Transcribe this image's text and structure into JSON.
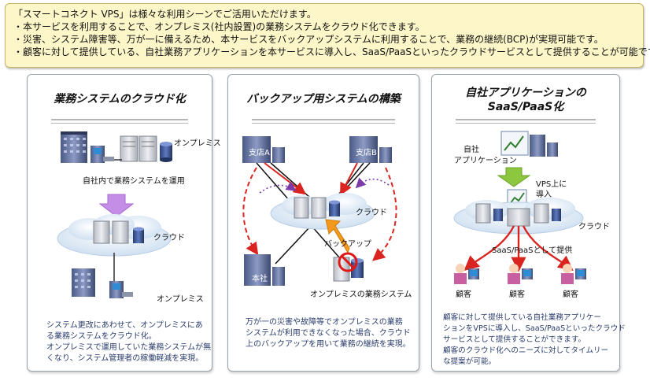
{
  "intro": {
    "lines": [
      "「スマートコネクト VPS」は様々な利用シーンでご活用いただけます。",
      "・本サービスを利用することで、オンプレミス(社内設置)の業務システムをクラウド化できます。",
      "・災害、システム障害等、万が一に備えるため、本サービスをバックアップシステムに利用することで、業務の継続(BCP)が実現可能です。",
      "・顧客に対して提供している、自社業務アプリケーションを本サービスに導入し、SaaS/PaaSといったクラウドサービスとして提供することが可能です。"
    ]
  },
  "panels": [
    {
      "title": "業務システムのクラウド化",
      "labels": {
        "onpremise_top": "オンプレミス",
        "operation": "自社内で業務システムを運用",
        "cloud": "クラウド",
        "onpremise_bottom": "オンプレミス"
      },
      "caption": [
        "システム更改にあわせて、オンプレミスにあ",
        "る業務システムをクラウド化。",
        "オンプレミスで運用していた業務システムが無",
        "くなり、システム管理者の稼働軽減を実現。"
      ]
    },
    {
      "title": "バックアップ用システムの構築",
      "labels": {
        "branch_a": "支店A",
        "branch_b": "支店B",
        "cloud": "クラウド",
        "backup": "バックアップ",
        "headquarters": "本社",
        "onpremise_system": "オンプレミスの業務システム"
      },
      "caption": [
        "万が一の災害や故障等でオンプレミスの業務",
        "システムが利用できなくなった場合、クラウド",
        "上のバックアップを用いて業務の継続を実現。"
      ]
    },
    {
      "title_lines": [
        "自社アプリケーションの",
        "SaaS/PaaS化"
      ],
      "labels": {
        "app_line1": "自社",
        "app_line2": "アプリケーション",
        "vps_line1": "VPS上に",
        "vps_line2": "導入",
        "cloud": "クラウド",
        "provide": "SaaS/PaaSとして提供",
        "customer1": "顧客",
        "customer2": "顧客",
        "customer3": "顧客"
      },
      "caption": [
        "顧客に対して提供している自社業務アプリケー",
        "ションをVPSに導入し、SaaS/PaaSといったクラウド",
        "サービスとして提供することができます。",
        "顧客のクラウド化へのニーズに対してタイムリー",
        "な提案が可能。"
      ]
    }
  ],
  "colors": {
    "intro_bg": "#fdf6c8",
    "caption_text": "#2a3c6c",
    "arrow_purple": "#c48ee6",
    "arrow_red": "#d9241f",
    "arrow_orange": "#f39a1e",
    "arrow_green": "#8dc63f",
    "cloud_fill": "#e3eef8"
  }
}
